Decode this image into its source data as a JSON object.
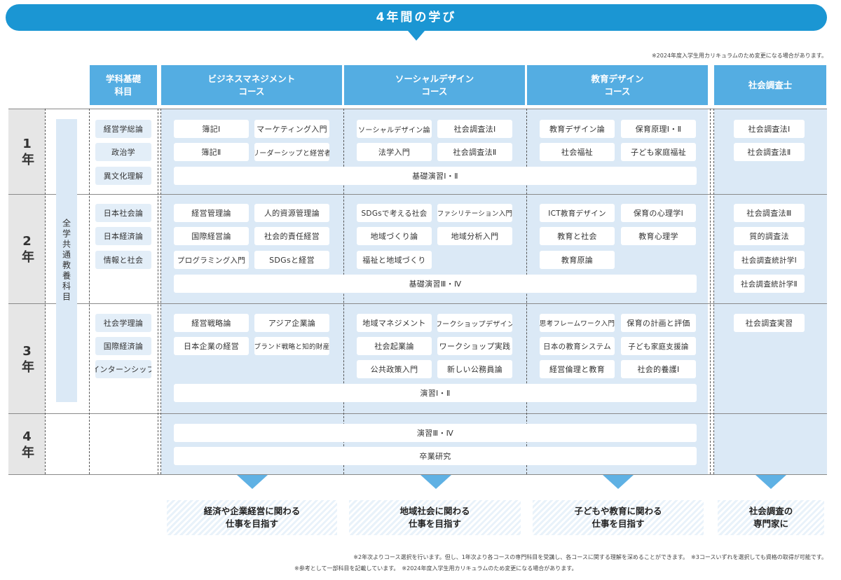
{
  "title": "4年間の学び",
  "top_note": "※2024年度入学生用カリキュラムのため変更になる場合があります。",
  "headers": {
    "base": [
      "学科基礎",
      "科目"
    ],
    "business": [
      "ビジネスマネジメント",
      "コース"
    ],
    "social": [
      "ソーシャルデザイン",
      "コース"
    ],
    "education": [
      "教育デザイン",
      "コース"
    ],
    "survey": [
      "社会調査士"
    ]
  },
  "years": [
    "1年",
    "2年",
    "3年",
    "4年"
  ],
  "vertical_label": "全学共通教養科目",
  "base_subjects": {
    "y1": [
      "経営学総論",
      "政治学",
      "異文化理解"
    ],
    "y2": [
      "日本社会論",
      "日本経済論",
      "情報と社会"
    ],
    "y3": [
      "社会学理論",
      "国際経済論",
      "インターンシップ"
    ]
  },
  "business": {
    "y1": [
      "簿記Ⅰ",
      "マーケティング入門",
      "簿記Ⅱ",
      "リーダーシップと経営者"
    ],
    "y2": [
      "経営管理論",
      "人的資源管理論",
      "国際経営論",
      "社会的責任経営",
      "プログラミング入門",
      "SDGsと経営"
    ],
    "y3": [
      "経営戦略論",
      "アジア企業論",
      "日本企業の経営",
      "ブランド戦略と知的財産"
    ]
  },
  "social": {
    "y1": [
      "ソーシャルデザイン論",
      "社会調査法Ⅰ",
      "法学入門",
      "社会調査法Ⅱ"
    ],
    "y2": [
      "SDGsで考える社会",
      "ファシリテーション入門",
      "地域づくり論",
      "地域分析入門",
      "福祉と地域づくり"
    ],
    "y3": [
      "地域マネジメント",
      "ワークショップデザイン",
      "社会起業論",
      "ワークショップ実践",
      "公共政策入門",
      "新しい公務員論"
    ]
  },
  "education": {
    "y1": [
      "教育デザイン論",
      "保育原理Ⅰ・Ⅱ",
      "社会福祉",
      "子ども家庭福祉"
    ],
    "y2": [
      "ICT教育デザイン",
      "保育の心理学Ⅰ",
      "教育と社会",
      "教育心理学",
      "教育原論"
    ],
    "y3": [
      "思考フレームワーク入門",
      "保育の計画と評価",
      "日本の教育システム",
      "子ども家庭支援論",
      "経営倫理と教育",
      "社会的養護Ⅰ"
    ]
  },
  "survey": {
    "y1": [
      "社会調査法Ⅰ",
      "社会調査法Ⅱ"
    ],
    "y2": [
      "社会調査法Ⅲ",
      "質的調査法",
      "社会調査統計学Ⅰ",
      "社会調査統計学Ⅱ"
    ],
    "y3": [
      "社会調査実習"
    ]
  },
  "shared": {
    "y1": "基礎演習Ⅰ・Ⅱ",
    "y2": "基礎演習Ⅲ・Ⅳ",
    "y3": "演習Ⅰ・Ⅱ",
    "y4a": "演習Ⅲ・Ⅳ",
    "y4b": "卒業研究"
  },
  "goals": [
    [
      "経済や企業経営に関わる",
      "仕事を目指す"
    ],
    [
      "地域社会に関わる",
      "仕事を目指す"
    ],
    [
      "子どもや教育に関わる",
      "仕事を目指す"
    ],
    [
      "社会調査の",
      "専門家に"
    ]
  ],
  "bottom_notes": [
    "※2年次よりコース選択を行います。但し、1年次より各コースの専門科目を受講し、各コースに関する理解を深めることができます。　※3コースいずれを選択しても資格の取得が可能です。",
    "※参考として一部科目を記載しています。　※2024年度入学生用カリキュラムのため変更になる場合があります。"
  ],
  "colors": {
    "banner": "#1b96d3",
    "header": "#54ade2",
    "column_bg": "#dbe9f6",
    "year_bg": "#e6e6e6",
    "arrow": "#5fb1e4"
  }
}
